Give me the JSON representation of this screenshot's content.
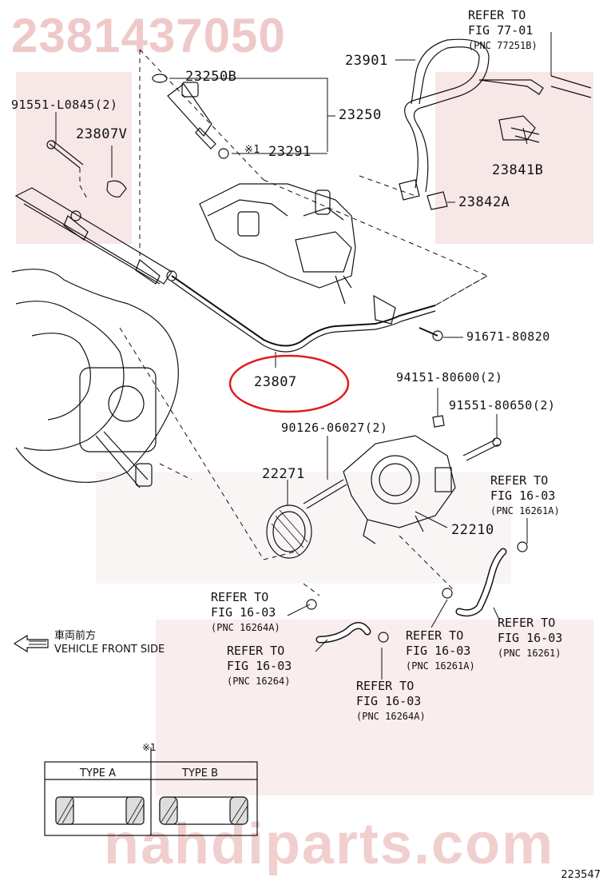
{
  "watermark": {
    "part_number": "2381437050",
    "site": "nahdiparts.com"
  },
  "labels": {
    "p_23250B": "23250B",
    "p_23250": "23250",
    "p_23291": "23291",
    "p_23291_note": "※1",
    "p_91551_L0845": "91551-L0845(2)",
    "p_23807V": "23807V",
    "p_23901": "23901",
    "p_23841B": "23841B",
    "p_23842A": "23842A",
    "p_91671": "91671-80820",
    "p_23807": "23807",
    "p_94151": "94151-80600(2)",
    "p_91551_80650": "91551-80650(2)",
    "p_90126": "90126-06027(2)",
    "p_22271": "22271",
    "p_22210": "22210"
  },
  "refs": {
    "r1": {
      "l1": "REFER TO",
      "l2": "FIG 77-01",
      "pnc": "(PNC 77251B)"
    },
    "r2": {
      "l1": "REFER TO",
      "l2": "FIG 16-03",
      "pnc": "(PNC 16261A)"
    },
    "r3": {
      "l1": "REFER TO",
      "l2": "FIG 16-03",
      "pnc": "(PNC 16264A)"
    },
    "r4": {
      "l1": "REFER TO",
      "l2": "FIG 16-03",
      "pnc": "(PNC 16264)"
    },
    "r5": {
      "l1": "REFER TO",
      "l2": "FIG 16-03",
      "pnc": "(PNC 16261A)"
    },
    "r6": {
      "l1": "REFER TO",
      "l2": "FIG 16-03",
      "pnc": "(PNC 16261)"
    },
    "r7": {
      "l1": "REFER TO",
      "l2": "FIG 16-03",
      "pnc": "(PNC 16264A)"
    }
  },
  "direction": {
    "jp": "車両前方",
    "en": "VEHICLE FRONT SIDE"
  },
  "legend": {
    "note": "※1",
    "type_a": "TYPE A",
    "type_b": "TYPE B"
  },
  "figure_code": "223547",
  "colors": {
    "highlight_circle": "#e31b1b",
    "watermark": "#efc9c9"
  }
}
